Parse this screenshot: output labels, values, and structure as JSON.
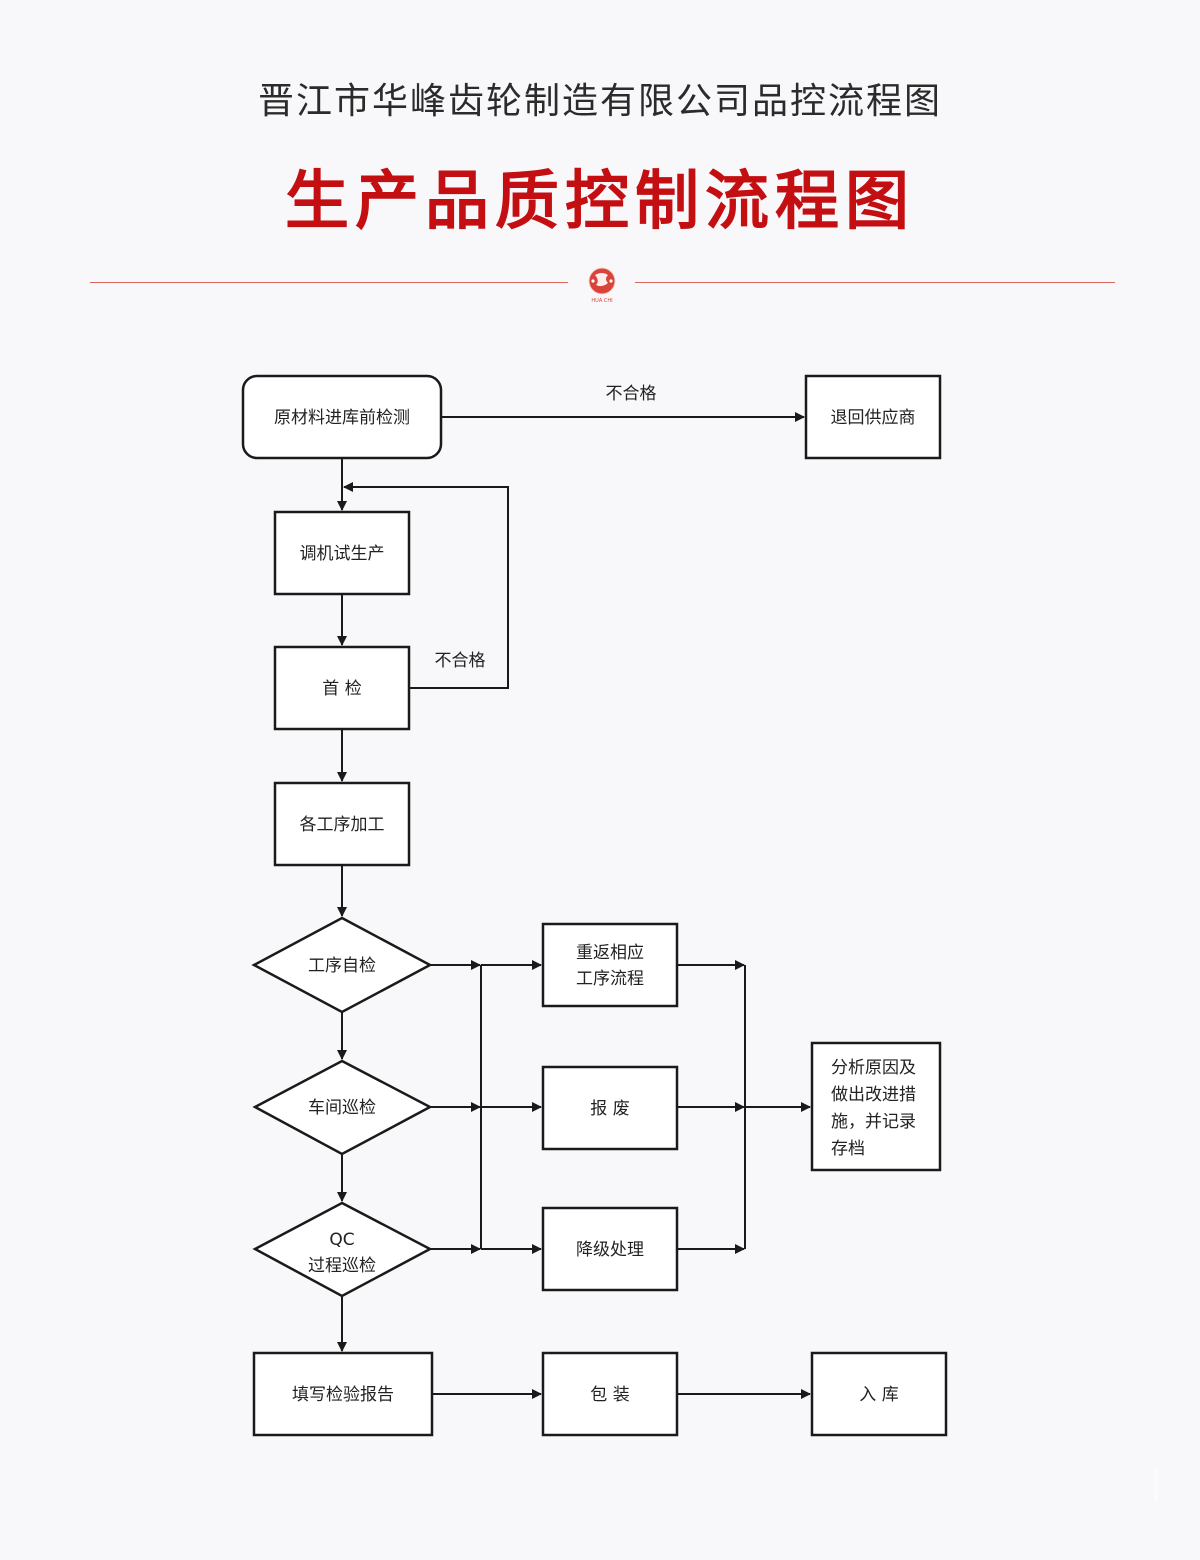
{
  "header": {
    "company": "晋江市华峰齿轮制造有限公司品控流程图",
    "title": "生产品质控制流程图",
    "logo_caption": "HUA CHI"
  },
  "colors": {
    "accent": "#c40f12",
    "rule": "#d9665d",
    "stroke": "#1a1a1a",
    "background": "#f8f8fb"
  },
  "nodes": {
    "incoming": "原材料进库前检测",
    "return_supplier": "退回供应商",
    "trial": "调机试生产",
    "first_inspect": "首 检",
    "processing": "各工序加工",
    "self_check": "工序自检",
    "workshop_patrol": "车间巡检",
    "qc_line1": "QC",
    "qc_line2": "过程巡检",
    "rework_line1": "重返相应",
    "rework_line2": "工序流程",
    "scrap": "报 废",
    "downgrade": "降级处理",
    "analyze_line1": "分析原因及",
    "analyze_line2": "做出改进措",
    "analyze_line3": "施，并记录",
    "analyze_line4": "存档",
    "report": "填写检验报告",
    "pack": "包 装",
    "store": "入 库"
  },
  "labels": {
    "fail_top": "不合格",
    "fail_loop": "不合格"
  }
}
